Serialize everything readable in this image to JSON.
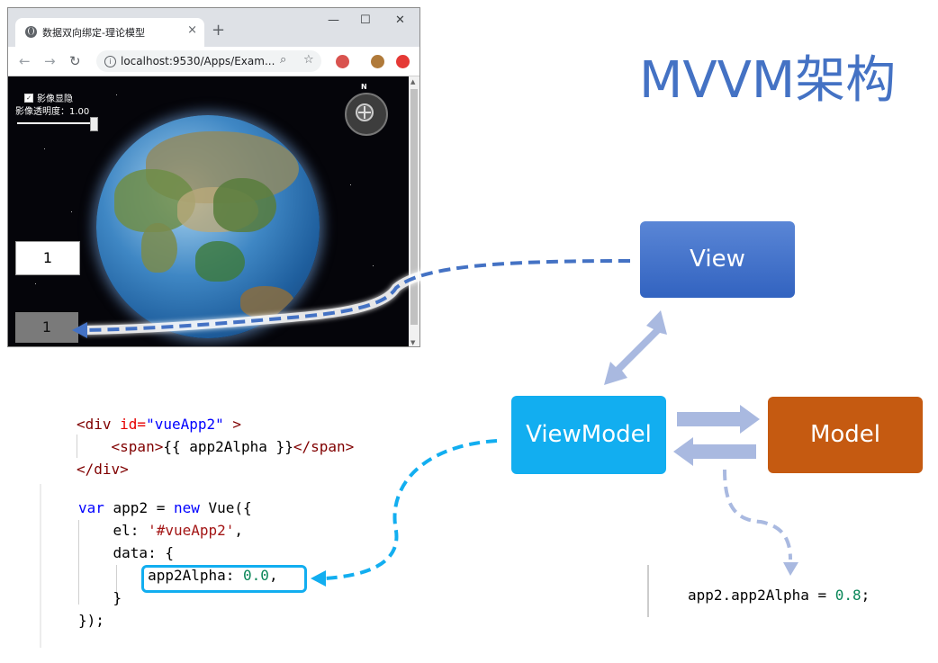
{
  "browser": {
    "tab_title": "数据双向绑定-理论模型",
    "tab_close": "×",
    "new_tab": "+",
    "minimize": "—",
    "maximize": "☐",
    "close": "✕",
    "url": "localhost:9530/Apps/Exam...",
    "controls": {
      "checkbox_label": "影像显隐",
      "opacity_label": "影像透明度：",
      "opacity_value": "1.00"
    },
    "compass_label": "N",
    "input_value": "1",
    "span_value": "1"
  },
  "diagram": {
    "title": "MVVM架构",
    "nodes": {
      "view": "View",
      "viewmodel": "ViewModel",
      "model": "Model"
    },
    "colors": {
      "view": "#4472c4",
      "viewmodel": "#12aef0",
      "model": "#c55a11",
      "arrows": "#a9b9e0"
    }
  },
  "code_html": {
    "line1_open": "<div",
    "line1_attr": " id=",
    "line1_value": "\"vueApp2\"",
    "line1_close": " >",
    "line2_open": "<span>",
    "line2_text": "{{ app2Alpha }}",
    "line2_close": "</span>",
    "line3": "</div>"
  },
  "code_js": {
    "l1_kw": "var",
    "l1_mid": " app2 = ",
    "l1_new": "new",
    "l1_end": " Vue({",
    "l2_key": "el: ",
    "l2_val": "'#vueApp2'",
    "l2_end": ",",
    "l3": "data: {",
    "l4_key": "app2Alpha: ",
    "l4_val": "0.0",
    "l4_end": ",",
    "l5": "}",
    "l6": "});"
  },
  "code_model": {
    "prefix": "app2.app2Alpha = ",
    "value": "0.8",
    "suffix": ";"
  }
}
